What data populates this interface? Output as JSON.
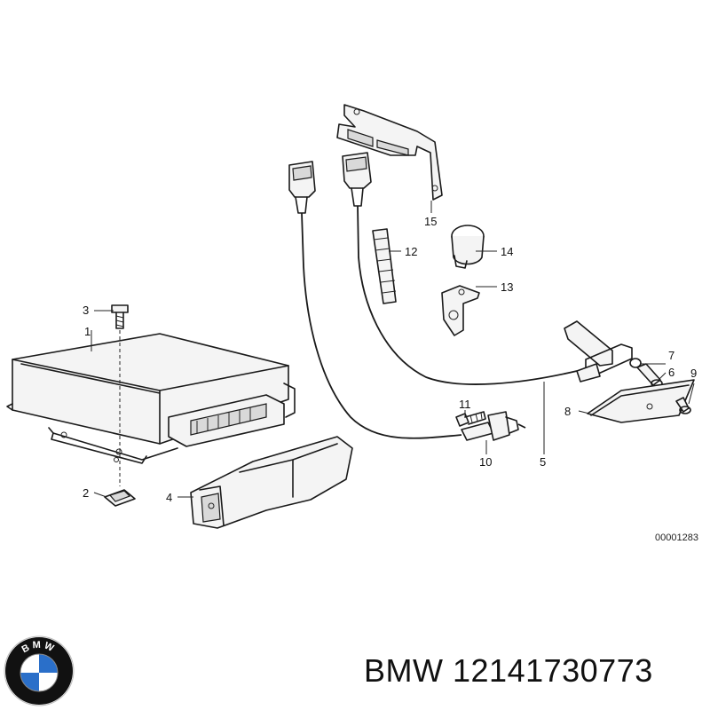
{
  "callouts": {
    "c1": "1",
    "c2": "2",
    "c3": "3",
    "c4": "4",
    "c5": "5",
    "c6": "6",
    "c7": "7",
    "c8": "8",
    "c9": "9",
    "c10": "10",
    "c11": "11",
    "c12": "12",
    "c13": "13",
    "c14": "14",
    "c15": "15"
  },
  "drawing_code": "00001283",
  "caption": {
    "brand": "BMW",
    "part_number": "12141730773"
  },
  "logo": {
    "text": "BMW",
    "colors": {
      "ring": "#111111",
      "blue": "#2a6fc9",
      "white": "#ffffff"
    }
  }
}
